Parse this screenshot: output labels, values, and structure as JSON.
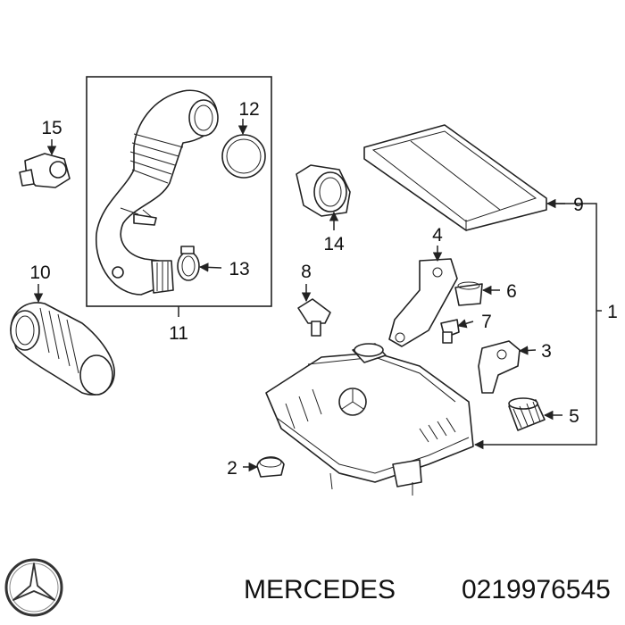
{
  "callouts": {
    "c1": "1",
    "c2": "2",
    "c3": "3",
    "c4": "4",
    "c5": "5",
    "c6": "6",
    "c7": "7",
    "c8": "8",
    "c9": "9",
    "c10": "10",
    "c11": "11",
    "c12": "12",
    "c13": "13",
    "c14": "14",
    "c15": "15"
  },
  "footer": {
    "brand": "MERCEDES",
    "part_number": "0219976545"
  },
  "icons": [
    "mercedes-star-logo",
    "mercedes-star-emblem"
  ],
  "colors": {
    "line": "#222222",
    "background": "#ffffff"
  }
}
